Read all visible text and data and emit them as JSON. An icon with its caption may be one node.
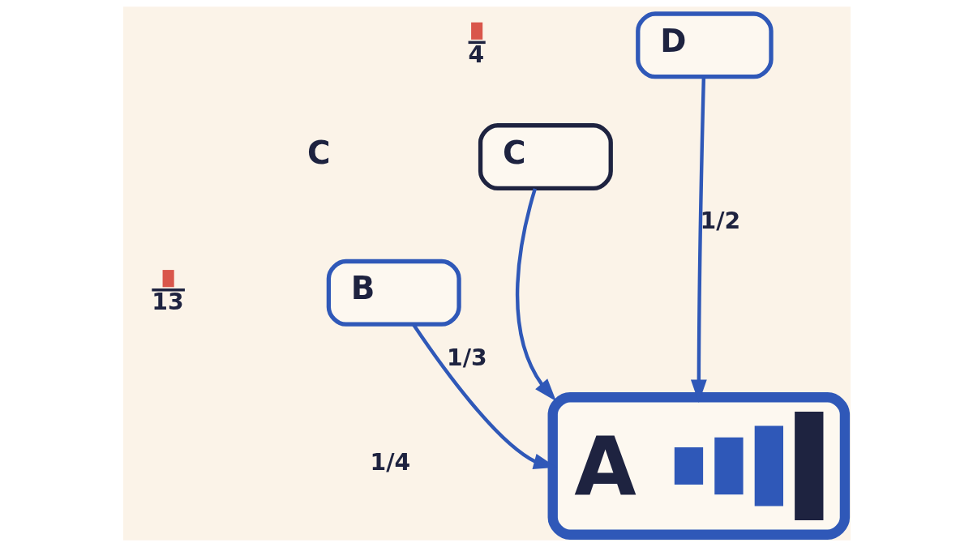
{
  "diagram": {
    "nodes": [
      {
        "text": [
          "D"
        ]
      },
      {
        "text": [
          "C"
        ]
      },
      {
        "text": [
          "B"
        ]
      },
      {
        "text": [
          "A"
        ]
      }
    ],
    "edges": [
      {
        "from": 0,
        "to": 3,
        "arrow": "to",
        "label": "1/2"
      },
      {
        "from": 1,
        "to": 3,
        "arrow": "to"
      },
      {
        "from": 2,
        "to": 3,
        "arrow": "to",
        "label": "1/3"
      }
    ],
    "labels": [
      "4",
      "C",
      "13",
      "1/4"
    ]
  }
}
